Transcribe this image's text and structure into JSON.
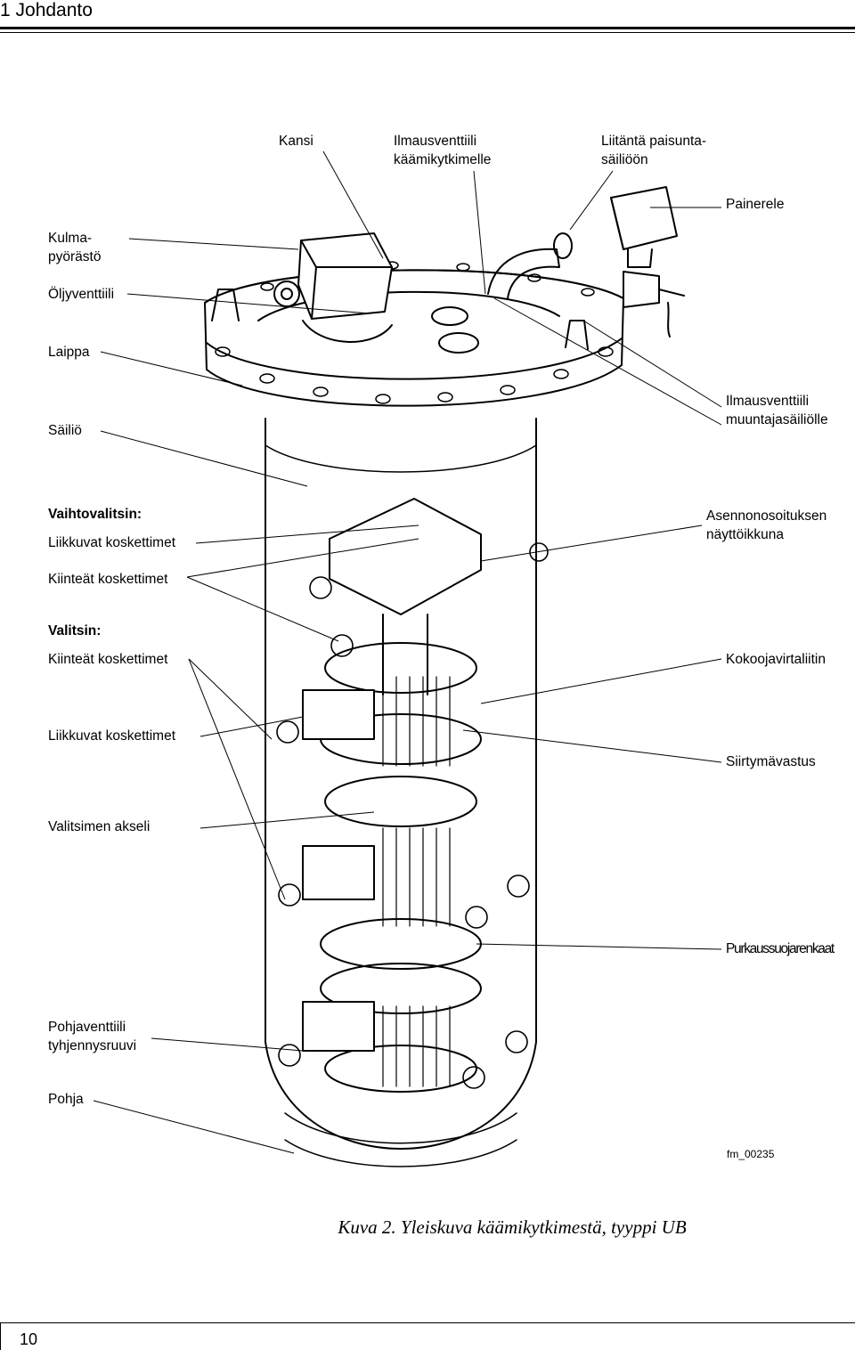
{
  "header": {
    "title": "1 Johdanto"
  },
  "labels": {
    "kansi": "Kansi",
    "ilmausventtiili_kaami_1": "Ilmausventtiili",
    "ilmausventtiili_kaami_2": "käämikytkimelle",
    "liitanta_1": "Liitäntä paisunta-",
    "liitanta_2": "säiliöön",
    "painerele": "Painerele",
    "kulma_1": "Kulma-",
    "kulma_2": "pyörästö",
    "oljyventtiili": "Öljyventtiili",
    "laippa": "Laippa",
    "ilmausventtiili_muunt_1": "Ilmausventtiili",
    "ilmausventtiili_muunt_2": "muuntajasäiliölle",
    "sailio": "Säiliö",
    "vaihtovalitsin": "Vaihtovalitsin:",
    "vaihto_liikkuvat": "Liikkuvat koskettimet",
    "asennon_1": "Asennonosoituksen",
    "asennon_2": "näyttöikkuna",
    "vaihto_kiintea": "Kiinteät koskettimet",
    "valitsin": "Valitsin:",
    "valitsin_kiintea": "Kiinteät koskettimet",
    "kokoojavirtaliitin": "Kokoojavirtaliitin",
    "liikkuvat_koskettimet": "Liikkuvat koskettimet",
    "siirtymavastus": "Siirtymävastus",
    "valitsimen_akseli": "Valitsimen akseli",
    "purkaussuojarenkaat": "Purkaussuojarenkaat",
    "pohjaventtiili_1": "Pohjaventtiili",
    "pohjaventtiili_2": "tyhjennysruuvi",
    "pohja": "Pohja",
    "figure_id": "fm_00235"
  },
  "caption": "Kuva 2. Yleiskuva käämikytkimestä, tyyppi UB",
  "footer": {
    "page_number": "10"
  }
}
